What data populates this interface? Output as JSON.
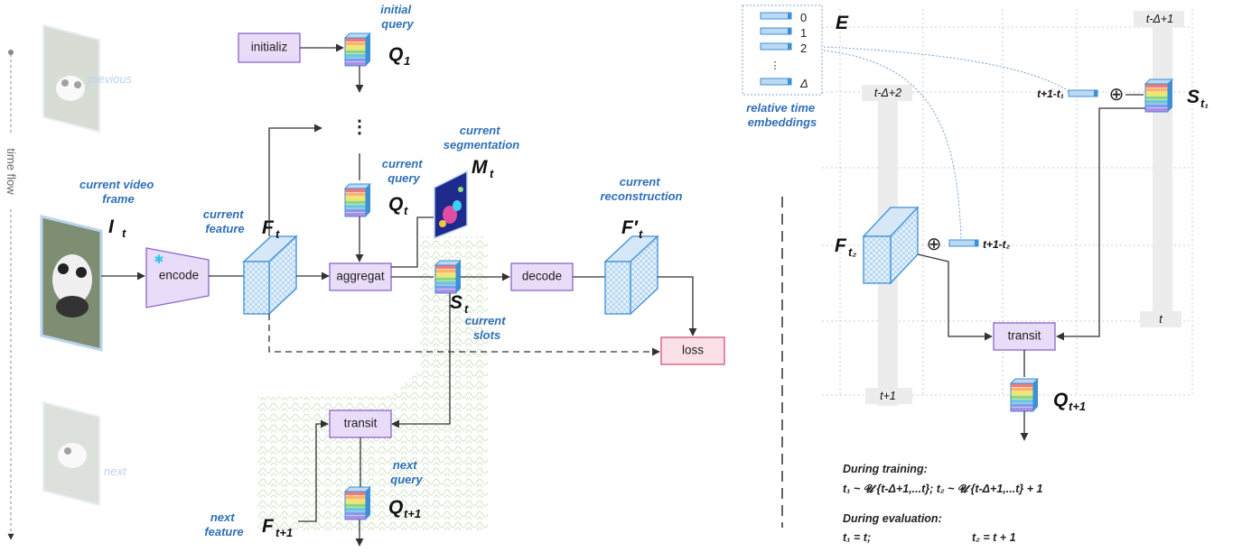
{
  "time_flow": "time flow",
  "frames": {
    "previous": "previous",
    "next": "next"
  },
  "captions": {
    "initial_query": [
      "initial",
      "query"
    ],
    "current_query": [
      "current",
      "query"
    ],
    "current_segmentation": [
      "current",
      "segmentation"
    ],
    "current_video_frame": [
      "current video",
      "frame"
    ],
    "current_feature": [
      "current",
      "feature"
    ],
    "current_reconstruction": [
      "current",
      "reconstruction"
    ],
    "current_slots": [
      "current",
      "slots"
    ],
    "next_query": [
      "next",
      "query"
    ],
    "next_feature": [
      "next",
      "feature"
    ],
    "relative_time_embeddings": [
      "relative time",
      "embeddings"
    ]
  },
  "boxes": {
    "initialize": "initializ",
    "encode": "encode",
    "aggregate": "aggregat",
    "decode": "decode",
    "loss": "loss",
    "transit_left": "transit",
    "transit_right": "transit"
  },
  "symbols": {
    "Q1": {
      "base": "Q",
      "sub": "1"
    },
    "Qt": {
      "base": "Q",
      "sub": "t"
    },
    "Mt": {
      "base": "M",
      "sub": "t"
    },
    "It": {
      "base": "I",
      "sub": "t"
    },
    "Ft": {
      "base": "F",
      "sub": "t"
    },
    "Fpt": {
      "base": "F′",
      "sub": "t"
    },
    "St": {
      "base": "S",
      "sub": "t"
    },
    "Ft1": {
      "base": "F",
      "sub": "t+1"
    },
    "Qt1_left": {
      "base": "Q",
      "sub": "t+1"
    },
    "E": "E",
    "St1": {
      "base": "S",
      "sub": "t₁"
    },
    "Ft2": {
      "base": "F",
      "sub": "t₂"
    },
    "Qt1_right": {
      "base": "Q",
      "sub": "t+1"
    }
  },
  "dots": "⋮",
  "embedding_indices": [
    "0",
    "1",
    "2",
    "⋮",
    "Δ"
  ],
  "time_labels": {
    "top_right": "t-Δ+1",
    "top_left": "t-Δ+2",
    "bottom_right": "t",
    "bottom_left": "t+1",
    "emb1": "t+1-t₁",
    "emb2": "t+1-t₂"
  },
  "oplus": "⊕",
  "notes": {
    "training_heading": "During training:",
    "training_formula": "t₁ ~ 𝓤 {t-Δ+1,...t};  t₂ ~ 𝓤 {t-Δ+1,...t} + 1",
    "eval_heading": "During evaluation:",
    "eval_t1": "t₁ = t;",
    "eval_t2": "t₂ = t + 1"
  },
  "colors": {
    "box_fill": "#e8dcf8",
    "box_stroke": "#8a66c9",
    "loss_fill": "#fbe0e8",
    "loss_stroke": "#d0547e",
    "caption_blue": "#2f6fb6",
    "feature_blue": "#3d8fd6",
    "slot_colors": [
      "#f07a7a",
      "#f5b56a",
      "#f2e56a",
      "#8fd67a",
      "#6ec6e0",
      "#7a9ee8",
      "#b48ae6"
    ]
  }
}
